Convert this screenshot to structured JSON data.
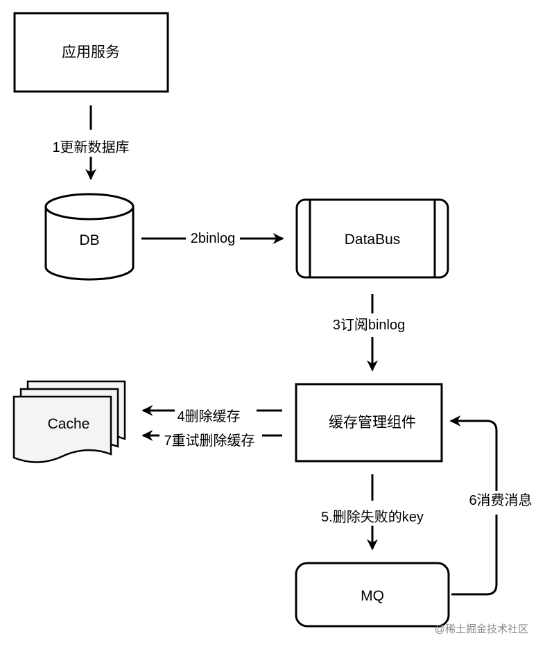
{
  "nodes": {
    "app_service": "应用服务",
    "db": "DB",
    "databus": "DataBus",
    "cache": "Cache",
    "cache_manager": "缓存管理组件",
    "mq": "MQ"
  },
  "edges": {
    "update_db": "1更新数据库",
    "binlog": "2binlog",
    "subscribe_binlog": "3订阅binlog",
    "delete_cache": "4删除缓存",
    "delete_failed_key": "5.删除失败的key",
    "consume_message": "6消费消息",
    "retry_delete_cache": "7重试删除缓存"
  },
  "watermark": "@稀土掘金技术社区"
}
